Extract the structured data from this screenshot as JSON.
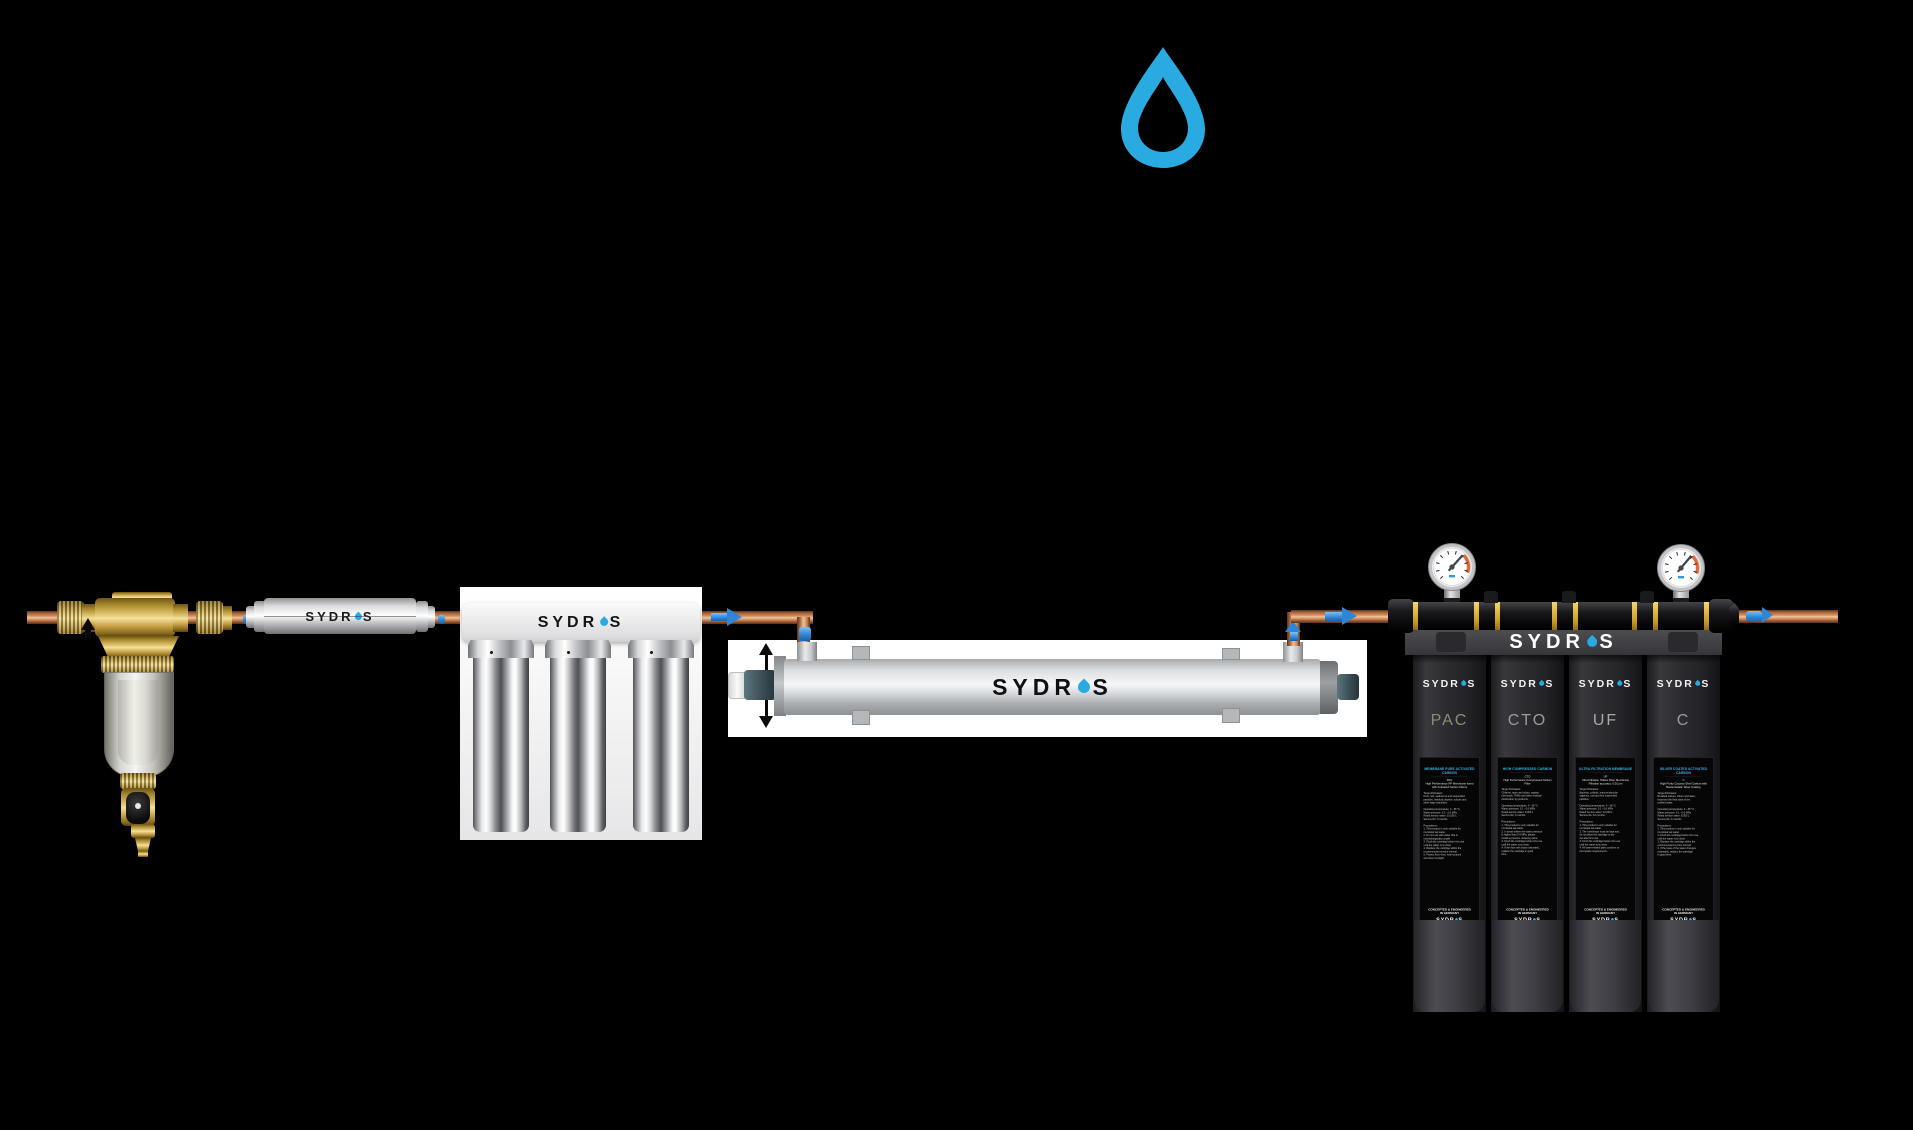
{
  "canvas": {
    "background": "#000000"
  },
  "brand": {
    "prefix": "SYDR",
    "suffix": "S",
    "drop_color": "#29ABE2"
  },
  "logo_drop": {
    "color": "#29ABE2"
  },
  "flow": {
    "arrow_color": "#2E86D6"
  },
  "prefilter": {
    "flow_arrow": "up"
  },
  "bank": {
    "cartridges": [
      {
        "code": "PAC",
        "code_color": "#8d8d77",
        "heading": "MEMBRANE PURE ACTIVATED CARBON",
        "heading_color": "#35b6e0",
        "sub1": "PAC",
        "sub2": "High Performance PP Membrane fused",
        "sub3": "with Activated Carbon Fibers",
        "footer1": "CONCEPTED & ENGINEERED",
        "footer2": "IN GERMANY",
        "fineprint": [
          "Target Pollutants:",
          "Dust, rust, sediments and suspended",
          "particles, residual chlorine, odours and",
          "other large impurities.",
          "",
          "Operating temperature: 4 - 38 °C",
          "Water pressure: 0.1 - 0.6 MPa",
          "Rated service water: 10,000 L",
          "Service life: 6 months",
          "",
          "Precautions:",
          "1. This product is only suitable for",
          "    municipal tap water.",
          "2. Do not use with water that is",
          "    microbiologically unsafe.",
          "3. Flush the cartridge before first use",
          "    until the water runs clear.",
          "4. Replace the cartridge within the",
          "    recommended service interval.",
          "5. Protect from frost, heat sources",
          "    and direct sunlight."
        ]
      },
      {
        "code": "CTO",
        "code_color": "#9b9b9b",
        "heading": "HIGH COMPRESSED CARBON",
        "heading_color": "#35b6e0",
        "sub1": "CTO",
        "sub2": "High Performance Compressed Carbon",
        "sub3": "Filter",
        "footer1": "CONCEPTED & ENGINEERED",
        "footer2": "IN GERMANY",
        "fineprint": [
          "Target Pollutants:",
          "Chlorine, taste and odour, organic",
          "chemicals, THMs and other residual",
          "disinfection by-products.",
          "",
          "Operating temperature: 4 - 38 °C",
          "Water pressure: 0.1 - 0.6 MPa",
          "Rated service water: 8,000 L",
          "Service life: 6 months",
          "",
          "Precautions:",
          "1. This product is only suitable for",
          "    municipal tap water.",
          "2. In areas where the water pressure",
          "    is higher than 0.4 MPa, please",
          "    install a pressure reducing valve.",
          "3. Flush the cartridge before first use",
          "    until the water runs clear.",
          "4. If the flow rate drops noticeably,",
          "    replace the cartridge in good",
          "    time."
        ]
      },
      {
        "code": "UF",
        "code_color": "#a8a8a8",
        "heading": "ULTRA FILTRATION MEMBRANE",
        "heading_color": "#35b6e0",
        "sub1": "UF",
        "sub2": "Ultra Filtration Hollow Fiber Membrane",
        "sub3": "Filtration accuracy: 0.01 μm",
        "footer1": "CONCEPTED & ENGINEERED",
        "footer2": "IN GERMANY",
        "fineprint": [
          "Target Pollutants:",
          "Bacteria, colloids, macromolecular",
          "organics, rust and fine suspended",
          "particles.",
          "",
          "Operating temperature: 4 - 38 °C",
          "Water pressure: 0.1 - 0.6 MPa",
          "Rated service water: 12,000 L",
          "Service life: 12 months",
          "",
          "Precautions:",
          "1. This product is only suitable for",
          "    municipal tap water.",
          "2. The membrane must be kept wet;",
          "    do not allow the cartridge to dry",
          "    out after first use.",
          "3. Flush the cartridge before first use",
          "    until the water runs clear.",
          "4. All water-related parts conform to",
          "    food grade requirements."
        ]
      },
      {
        "code": "C",
        "code_color": "#9b9b9b",
        "heading": "SILVER COATED ACTIVATED CARBON",
        "heading_color": "#35b6e0",
        "sub1": "C",
        "sub2": "High Purity Coconut Shell Carbon with",
        "sub3": "Bacteriostatic Silver Coating",
        "footer1": "CONCEPTED & ENGINEERED",
        "footer2": "IN GERMANY",
        "fineprint": [
          "Target Pollutants:",
          "Residual odours, colour and taste;",
          "improves the final taste of the",
          "purified water.",
          "",
          "Operating temperature: 4 - 38 °C",
          "Water pressure: 0.1 - 0.6 MPa",
          "Rated service water: 8,000 L",
          "Service life: 6 months",
          "",
          "Precautions:",
          "1. This product is only suitable for",
          "    municipal tap water.",
          "2. Flush the cartridge before first use",
          "    until the water runs clear.",
          "3. Replace the cartridge within the",
          "    recommended service interval.",
          "4. If the taste of the water changes",
          "    noticeably, replace the cartridge",
          "    in good time."
        ]
      }
    ]
  }
}
